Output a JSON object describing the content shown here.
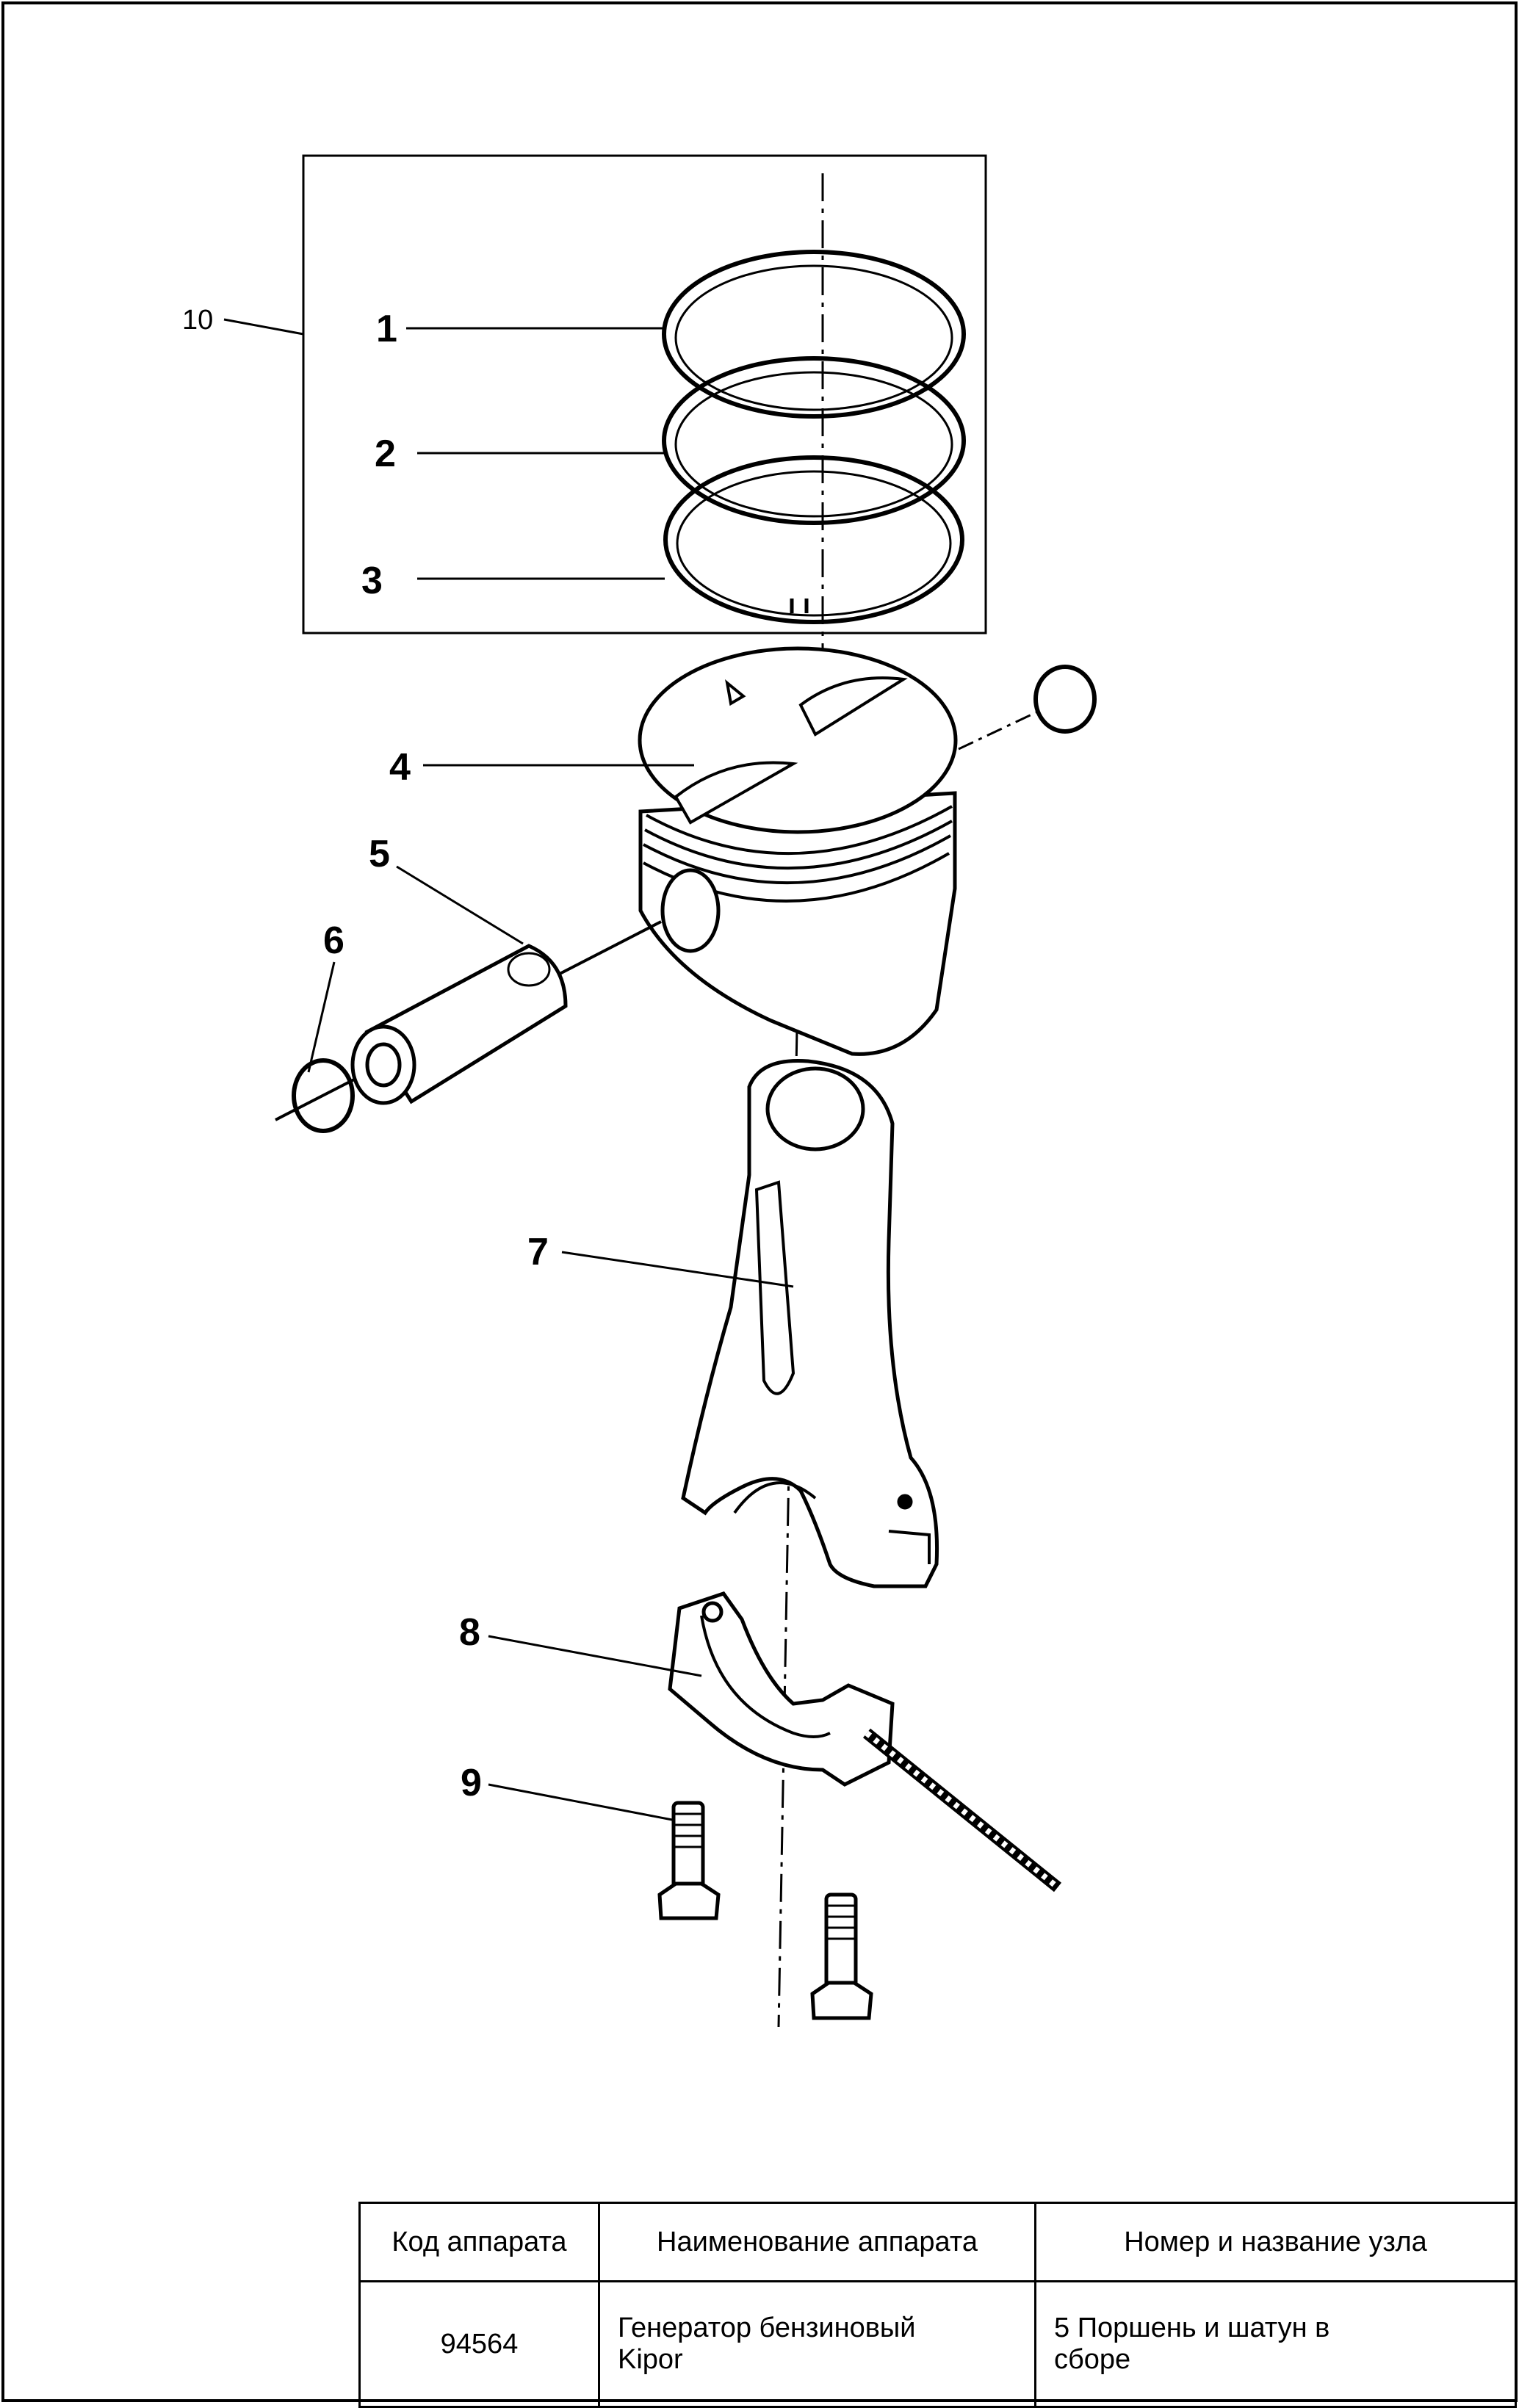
{
  "callouts": {
    "c1": "1",
    "c2": "2",
    "c3": "3",
    "c4": "4",
    "c5": "5",
    "c6": "6",
    "c7": "7",
    "c8": "8",
    "c9": "9",
    "c10": "10"
  },
  "table": {
    "headers": {
      "code": "Код аппарата",
      "name": "Наименование аппарата",
      "unit": "Номер и название узла"
    },
    "row": {
      "code": "94564",
      "name_line1": "Генератор бензиновый",
      "name_line2": "Kipor",
      "unit_line1": "5 Поршень и шатун в",
      "unit_line2": "сборе"
    }
  },
  "colors": {
    "ink": "#000000",
    "paper": "#ffffff"
  }
}
